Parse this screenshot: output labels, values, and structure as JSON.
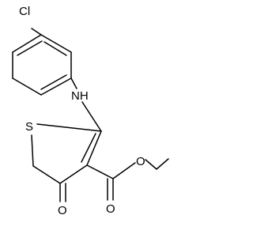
{
  "structure": {
    "atoms": {
      "chlorine": "Cl",
      "amine": "NH",
      "sulfur": "S",
      "ketone_oxygen": "O",
      "ester_oxygen": "O",
      "carbonyl_oxygen": "O"
    }
  }
}
